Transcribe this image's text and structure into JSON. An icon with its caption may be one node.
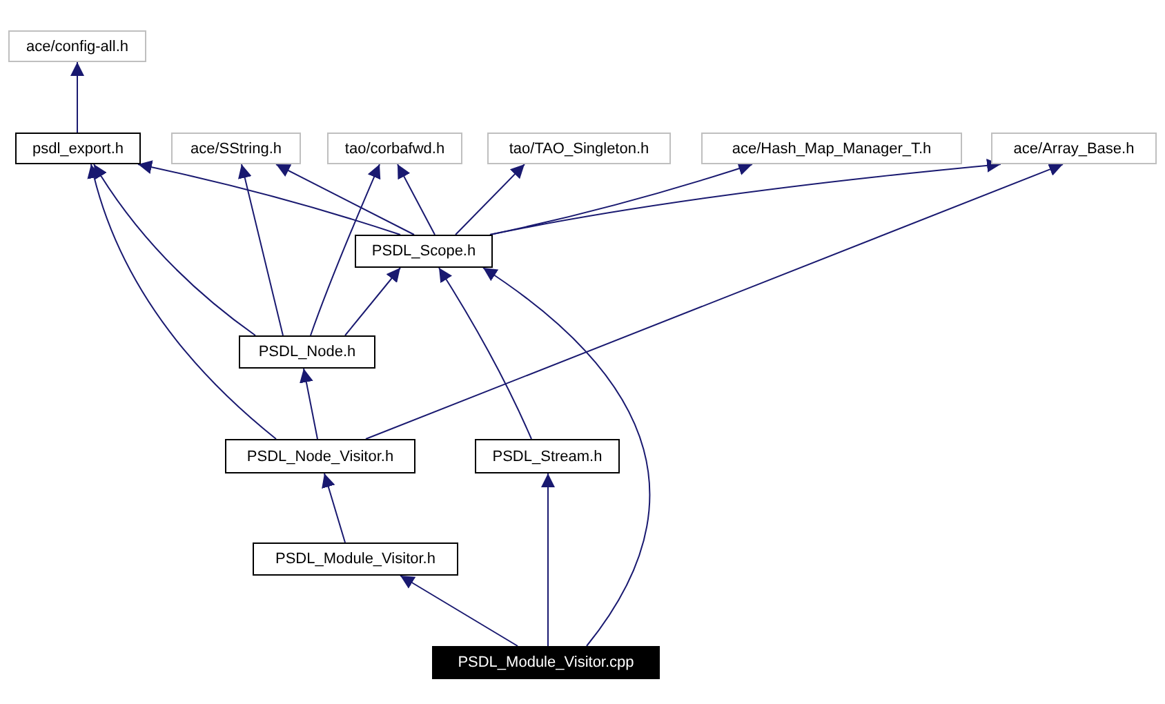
{
  "diagram": {
    "nodes": [
      {
        "text": [
          "ace/config-all.h"
        ]
      },
      {
        "text": [
          "psdl_export.h"
        ]
      },
      {
        "text": [
          "ace/SString.h"
        ]
      },
      {
        "text": [
          "tao/corbafwd.h"
        ]
      },
      {
        "text": [
          "tao/TAO_Singleton.h"
        ]
      },
      {
        "text": [
          "ace/Hash_Map_Manager_T.h"
        ]
      },
      {
        "text": [
          "ace/Array_Base.h"
        ]
      },
      {
        "text": [
          "PSDL_Scope.h"
        ]
      },
      {
        "text": [
          "PSDL_Node.h"
        ]
      },
      {
        "text": [
          "PSDL_Node_Visitor.h"
        ]
      },
      {
        "text": [
          "PSDL_Stream.h"
        ]
      },
      {
        "text": [
          "PSDL_Module_Visitor.h"
        ]
      },
      {
        "text": [
          "PSDL_Module_Visitor.cpp"
        ]
      }
    ],
    "edges": [
      {
        "from": 1,
        "to": 0,
        "arrow": "to"
      },
      {
        "from": 7,
        "to": 1,
        "arrow": "to"
      },
      {
        "from": 7,
        "to": 2,
        "arrow": "to"
      },
      {
        "from": 7,
        "to": 3,
        "arrow": "to"
      },
      {
        "from": 7,
        "to": 4,
        "arrow": "to"
      },
      {
        "from": 7,
        "to": 5,
        "arrow": "to"
      },
      {
        "from": 7,
        "to": 6,
        "arrow": "to"
      },
      {
        "from": 8,
        "to": 1,
        "arrow": "to"
      },
      {
        "from": 8,
        "to": 2,
        "arrow": "to"
      },
      {
        "from": 8,
        "to": 3,
        "arrow": "to"
      },
      {
        "from": 8,
        "to": 7,
        "arrow": "to"
      },
      {
        "from": 9,
        "to": 1,
        "arrow": "to"
      },
      {
        "from": 9,
        "to": 8,
        "arrow": "to"
      },
      {
        "from": 9,
        "to": 6,
        "arrow": "to"
      },
      {
        "from": 10,
        "to": 7,
        "arrow": "to"
      },
      {
        "from": 11,
        "to": 9,
        "arrow": "to"
      },
      {
        "from": 12,
        "to": 11,
        "arrow": "to"
      },
      {
        "from": 12,
        "to": 10,
        "arrow": "to"
      },
      {
        "from": 12,
        "to": 7,
        "arrow": "to"
      }
    ]
  }
}
